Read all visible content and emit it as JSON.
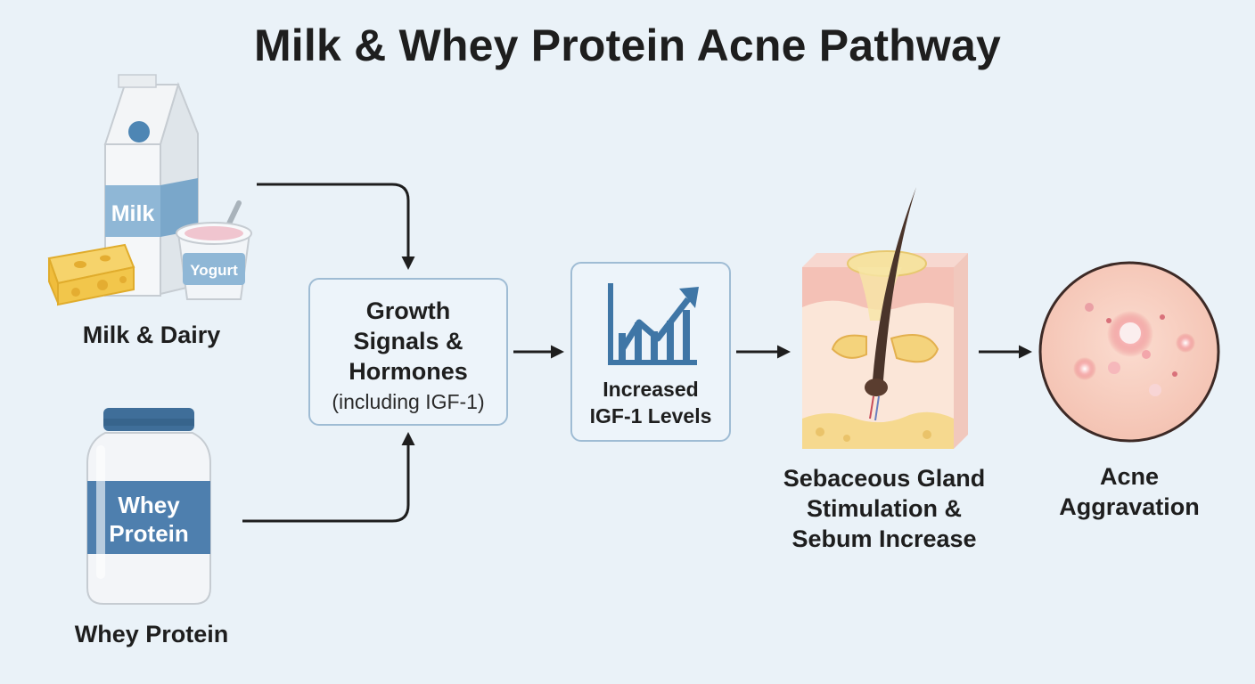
{
  "title": "Milk & Whey Protein Acne Pathway",
  "sources": {
    "milk": {
      "label": "Milk & Dairy",
      "carton_text": "Milk",
      "yogurt_text": "Yogurt"
    },
    "whey": {
      "label": "Whey Protein",
      "jar_line1": "Whey",
      "jar_line2": "Protein"
    }
  },
  "steps": {
    "growth": {
      "line1": "Growth",
      "line2": "Signals &",
      "line3": "Hormones",
      "sub": "(including IGF-1)"
    },
    "igf": {
      "line1": "Increased",
      "line2": "IGF-1 Levels"
    },
    "sebaceous": {
      "line1": "Sebaceous Gland",
      "line2": "Stimulation &",
      "line3": "Sebum Increase"
    },
    "acne": {
      "line1": "Acne",
      "line2": "Aggravation"
    }
  },
  "colors": {
    "background": "#eaf2f8",
    "accent_blue": "#4e86b4",
    "box_border": "#9fbcd4",
    "arrow": "#1e1e1e"
  }
}
